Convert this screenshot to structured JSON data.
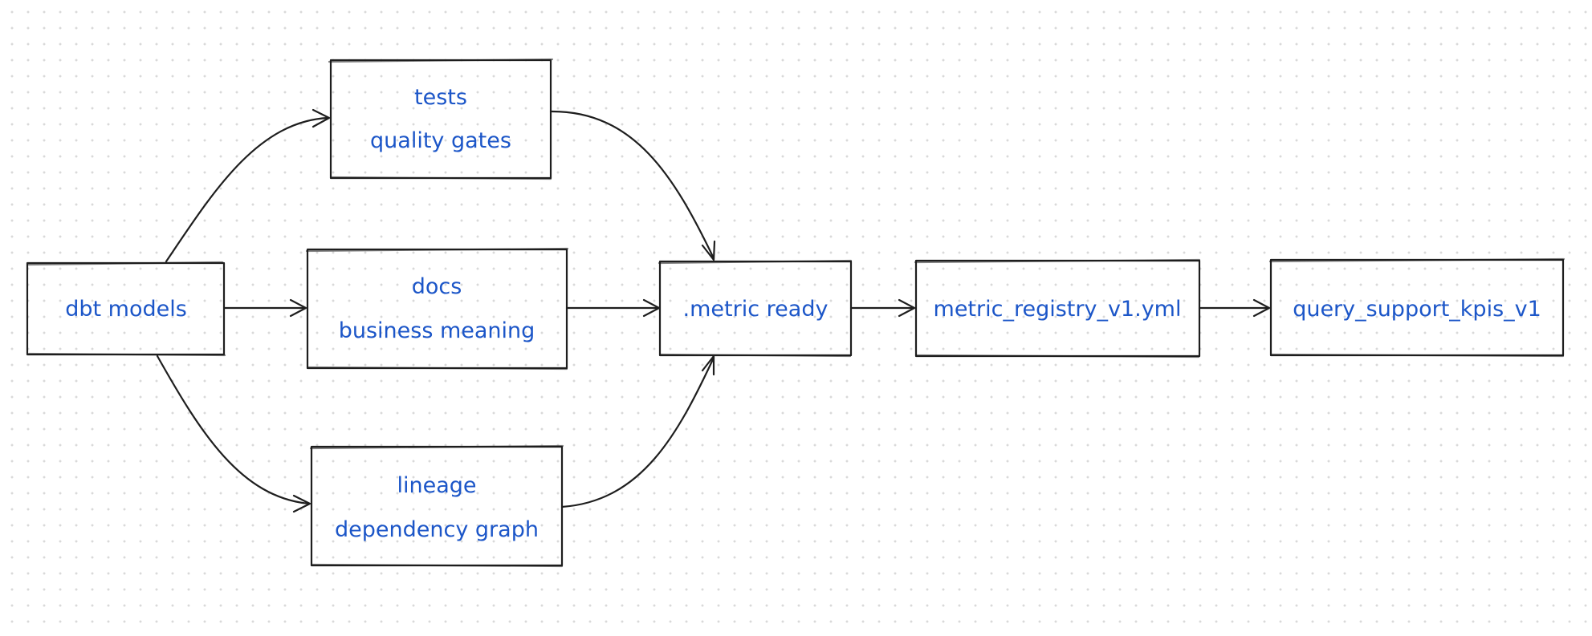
{
  "nodes": {
    "dbt_models": {
      "label": "dbt models"
    },
    "tests": {
      "line1": "tests",
      "line2": "quality gates"
    },
    "docs": {
      "line1": "docs",
      "line2": "business meaning"
    },
    "lineage": {
      "line1": "lineage",
      "line2": "dependency graph"
    },
    "metric_ready": {
      "label": ".metric ready"
    },
    "metric_registry": {
      "label": "metric_registry_v1.yml"
    },
    "query_support": {
      "label": "query_support_kpis_v1"
    }
  },
  "edges": [
    {
      "from": "dbt models",
      "to": "tests"
    },
    {
      "from": "dbt models",
      "to": "docs"
    },
    {
      "from": "dbt models",
      "to": "lineage"
    },
    {
      "from": "tests",
      "to": ".metric ready"
    },
    {
      "from": "docs",
      "to": ".metric ready"
    },
    {
      "from": "lineage",
      "to": ".metric ready"
    },
    {
      "from": ".metric ready",
      "to": "metric_registry_v1.yml"
    },
    {
      "from": "metric_registry_v1.yml",
      "to": "query_support_kpis_v1"
    }
  ],
  "colors": {
    "text": "#1c56c8",
    "stroke": "#1e1e1e",
    "background": "#ffffff",
    "grid_dot": "#d9d9d9"
  }
}
